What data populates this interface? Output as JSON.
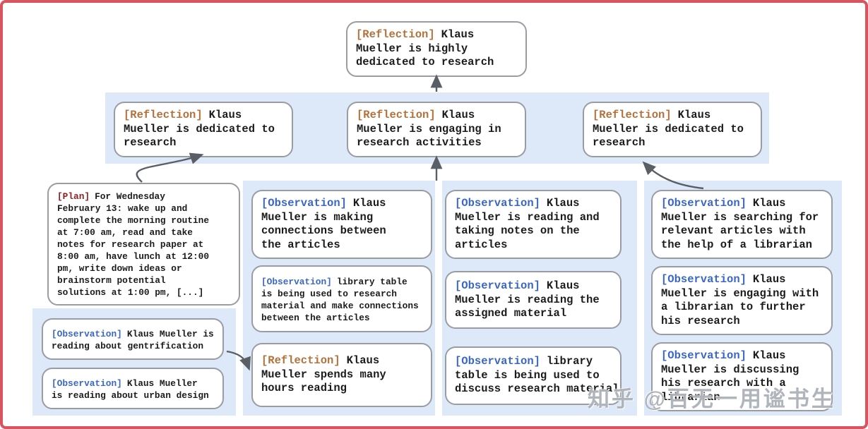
{
  "colors": {
    "reflection_label": "#b5713a",
    "observation_label": "#3a66c8",
    "plan_label": "#8f1f1f",
    "panel_bg": "#dde9f8",
    "frame_border": "#d85460",
    "arrow": "#5a5f66",
    "node_border": "#999da3",
    "watermark_gray": "#9ca1aa"
  },
  "nodes": {
    "root": {
      "tag": "[Reflection]",
      "text": "Klaus\nMueller is highly\ndedicated to research"
    },
    "tier2_left": {
      "tag": "[Reflection]",
      "text": "Klaus\nMueller is dedicated to\nresearch"
    },
    "tier2_mid": {
      "tag": "[Reflection]",
      "text": "Klaus\nMueller is engaging in\nresearch activities"
    },
    "tier2_right": {
      "tag": "[Reflection]",
      "text": "Klaus\nMueller is dedicated to\nresearch"
    },
    "plan": {
      "tag": "[Plan]",
      "text": "For Wednesday\nFebruary 13: wake up and\ncomplete the morning routine\nat 7:00 am, read and take\nnotes for research paper at\n8:00 am, have lunch at 12:00\npm, write down ideas or\nbrainstorm potential\nsolutions at 1:00 pm, [...]"
    },
    "left_obs1": {
      "tag": "[Observation]",
      "text": "Klaus Mueller is\nreading about gentrification"
    },
    "left_obs2": {
      "tag": "[Observation]",
      "text": "Klaus Mueller\nis reading about urban design"
    },
    "col2_obs1": {
      "tag": "[Observation]",
      "text": "Klaus\nMueller is making\nconnections between\nthe articles"
    },
    "col2_obs2": {
      "tag": "[Observation]",
      "text": "library table\nis being used to research\nmaterial and make connections\nbetween the articles"
    },
    "col2_reflection": {
      "tag": "[Reflection]",
      "text": "Klaus\nMueller spends many\nhours reading"
    },
    "col3_obs1": {
      "tag": "[Observation]",
      "text": "Klaus\nMueller is reading and\ntaking notes on the\narticles"
    },
    "col3_obs2": {
      "tag": "[Observation]",
      "text": "Klaus\nMueller is reading the\nassigned material"
    },
    "col3_obs3": {
      "tag": "[Observation]",
      "text": "library\ntable is being used to\ndiscuss research material"
    },
    "col4_obs1": {
      "tag": "[Observation]",
      "text": "Klaus\nMueller is searching for\nrelevant articles with\nthe help of a librarian"
    },
    "col4_obs2": {
      "tag": "[Observation]",
      "text": "Klaus\nMueller is engaging with\na librarian to further\nhis research"
    },
    "col4_obs3": {
      "tag": "[Observation]",
      "text": "Klaus\nMueller is discussing\nhis research with a\nlibrarian"
    }
  },
  "watermark": {
    "text": "知乎 @百无一用谧书生"
  }
}
